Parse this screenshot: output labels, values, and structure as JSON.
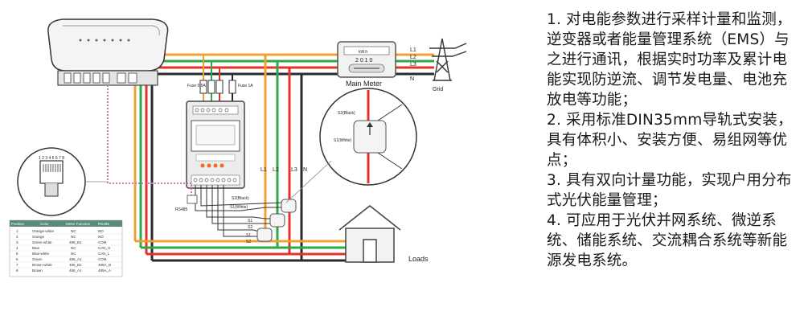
{
  "diagram": {
    "grid_lines": [
      "L1",
      "L2",
      "L3",
      "N"
    ],
    "right_lines": [
      "L1",
      "L2",
      "L3",
      "N"
    ],
    "main_meter_label": "Main Meter",
    "main_meter_header": "kW.h",
    "main_meter_reading": "2 0 1 0",
    "grid_label": "Grid",
    "loads_label": "Loads",
    "fuse_left_label": "Fuse 0.5A",
    "fuse_right_label": "Fuse 1A",
    "ct_top_s2": "S2(Black)",
    "ct_top_s1": "S1(White)",
    "ct_s1": "S1",
    "ct_s2": "S2",
    "inset_s2": "S2(Black)",
    "inset_s1": "S1(White)",
    "rs485_label": "RS485",
    "connector_pins": "1 2 3 4 5 6 7 8",
    "pin_table": {
      "headers": [
        "Position",
        "Color",
        "Meter Function",
        "RS485"
      ],
      "rows": [
        [
          "1",
          "Orange-white",
          "NC",
          "NO"
        ],
        [
          "2",
          "Orange",
          "NC",
          "NO"
        ],
        [
          "3",
          "Green-white",
          "485_B1",
          "COM"
        ],
        [
          "4",
          "Blue",
          "NC",
          "CAN_H"
        ],
        [
          "5",
          "Blue-white",
          "NC",
          "CAN_L"
        ],
        [
          "6",
          "Green",
          "485_A1",
          "COM"
        ],
        [
          "7",
          "Brown-white",
          "485_B1",
          "485A_B"
        ],
        [
          "8",
          "Brown",
          "485_A1",
          "485A_A"
        ]
      ]
    }
  },
  "description": [
    "1. 对电能参数进行采样计量和监测，逆变器或者能量管理系统（EMS）与之进行通讯，根据实时功率及累计电能实现防逆流、调节发电量、电池充放电等功能；",
    "2. 采用标准DIN35mm导轨式安装，具有体积小、安装方便、易组网等优点；",
    "3. 具有双向计量功能，实现户用分布式光伏能量管理；",
    "4. 可应用于光伏并网系统、微逆系统、储能系统、交流耦合系统等新能源发电系统。"
  ],
  "colors": {
    "L1": "#f0a030",
    "L2": "#2ea84a",
    "L3": "#e4322b",
    "N": "#2a2a2a",
    "comm": "#c77ab0"
  }
}
